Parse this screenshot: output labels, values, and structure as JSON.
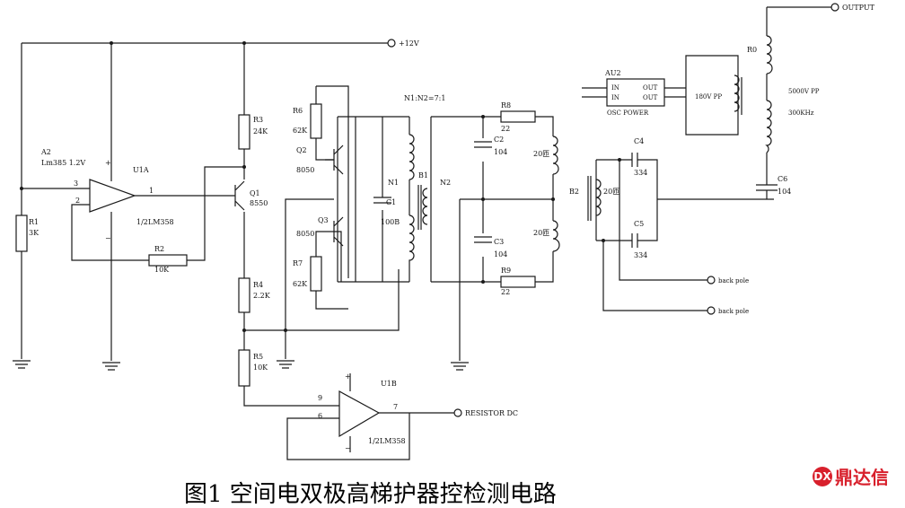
{
  "caption": "图1 空间电双极高梯护器控检测电路",
  "watermark": {
    "text": "鼎达信",
    "mark": "DX"
  },
  "labels": {
    "vcc": "+12V",
    "a2": "A2",
    "a2_part": "Lm385 1.2V",
    "pin3": "3",
    "pin2": "2",
    "pin1": "1",
    "plus1": "+",
    "minus1": "−",
    "u1a": "U1A",
    "u1a_part": "1/2LM358",
    "r1": "R1",
    "r1_val": "3K",
    "r2": "R2",
    "r2_val": "10K",
    "r3": "R3",
    "r3_val": "24K",
    "q1": "Q1",
    "q1_part": "8550",
    "r4": "R4",
    "r4_val": "2.2K",
    "r5": "R5",
    "r5_val": "10K",
    "r6": "R6",
    "r6_val": "62K",
    "q2": "Q2",
    "q2_part": "8050",
    "q3": "Q3",
    "q3_part": "8050",
    "r7": "R7",
    "r7_val": "62K",
    "ratio": "N1:N2=7:1",
    "n1": "N1",
    "b1": "B1",
    "n2": "N2",
    "c1": "C1",
    "c1_val": "100B",
    "r8": "R8",
    "r8_val": "22",
    "r9": "R9",
    "r9_val": "22",
    "c2": "C2",
    "c2_val": "104",
    "c3": "C3",
    "c3_val": "104",
    "coil_a": "20匝",
    "coil_b": "20匝",
    "b2": "B2",
    "b2_coil": "20匝",
    "c4": "C4",
    "c4_val": "334",
    "c5": "C5",
    "c5_val": "334",
    "au2": "AU2",
    "in1": "IN",
    "in2": "IN",
    "out1": "OUT",
    "out2": "OUT",
    "osc": "OSC POWER",
    "pp180": "180V PP",
    "r0": "R0",
    "pp5000": "5000V PP",
    "khz": "300KHz",
    "c6": "C6",
    "c6_val": "104",
    "output": "OUTPUT",
    "back1": "back pole",
    "back2": "back pole",
    "u1b": "U1B",
    "u1b_part": "1/2LM358",
    "pin9": "9",
    "pin6": "6",
    "pin7": "7",
    "plus2": "+",
    "minus2": "−",
    "resistor_dc": "RESISTOR DC"
  }
}
